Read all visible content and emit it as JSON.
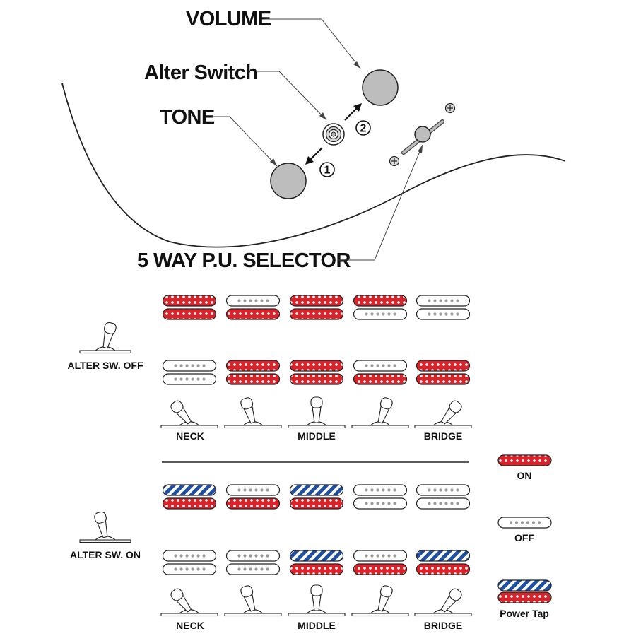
{
  "callouts": {
    "volume": "VOLUME",
    "alter_switch": "Alter Switch",
    "tone": "TONE",
    "selector": "5 WAY P.U. SELECTOR",
    "step_1": "1",
    "step_2": "2"
  },
  "sections": [
    {
      "label": "ALTER SW. OFF",
      "alter_lever": "off",
      "rows": [
        [
          "on",
          "on"
        ],
        [
          "off",
          "on"
        ],
        [
          "on",
          "on"
        ],
        [
          "on",
          "off"
        ],
        [
          "off",
          "off"
        ]
      ],
      "rows_lower": [
        [
          "off",
          "off"
        ],
        [
          "on",
          "on"
        ],
        [
          "on",
          "on"
        ],
        [
          "off",
          "on"
        ],
        [
          "on",
          "on"
        ]
      ]
    },
    {
      "label": "ALTER SW. ON",
      "alter_lever": "on",
      "rows": [
        [
          "tap",
          "on"
        ],
        [
          "off",
          "on"
        ],
        [
          "tap",
          "on"
        ],
        [
          "off",
          "off"
        ],
        [
          "off",
          "off"
        ]
      ],
      "rows_lower": [
        [
          "off",
          "off"
        ],
        [
          "off",
          "off"
        ],
        [
          "tap",
          "on"
        ],
        [
          "off",
          "on"
        ],
        [
          "tap",
          "on"
        ]
      ]
    }
  ],
  "positions": [
    "NECK",
    "",
    "MIDDLE",
    "",
    "BRIDGE"
  ],
  "legend": {
    "on": "ON",
    "off": "OFF",
    "tap": "Power Tap"
  },
  "colors": {
    "on": "#d8232a",
    "tap": "#1f4fa0",
    "knob": "#bdbdbd",
    "line": "#222222"
  }
}
